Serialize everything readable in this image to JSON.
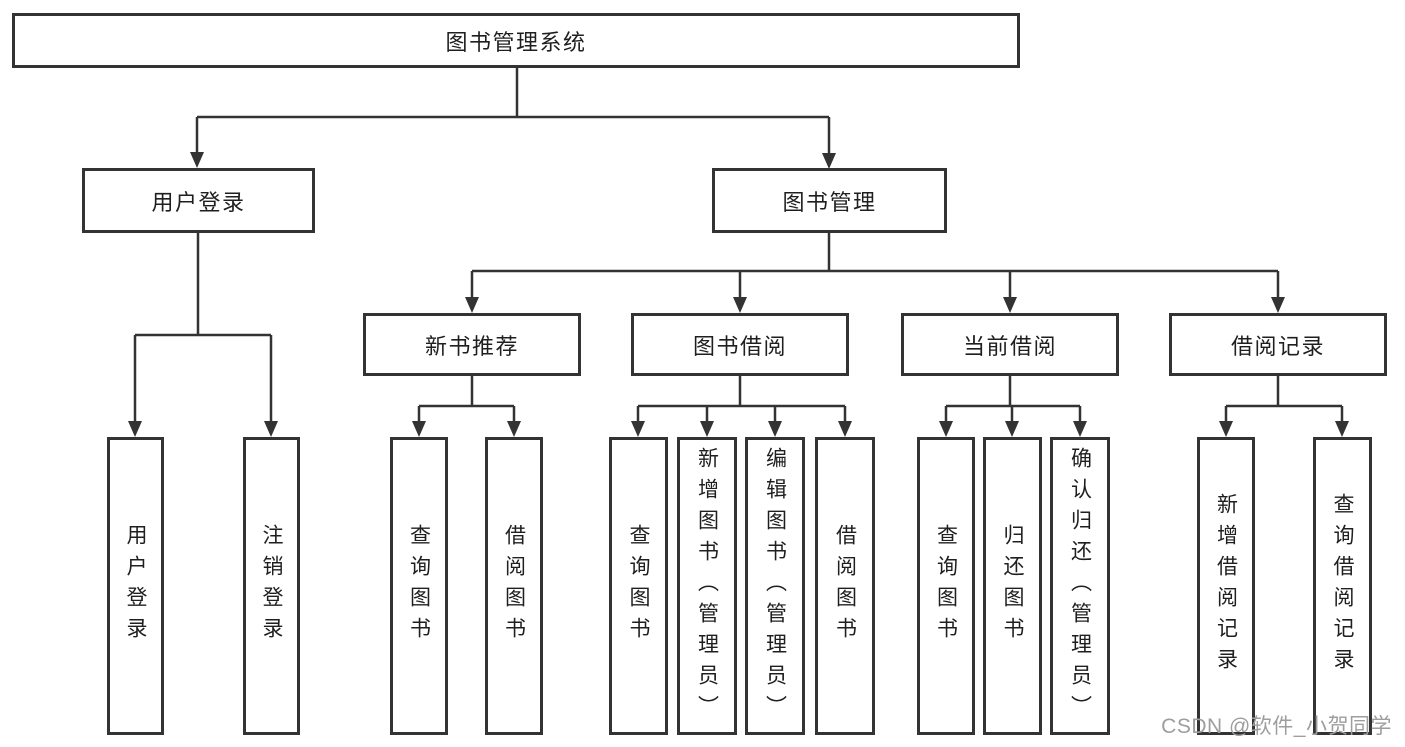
{
  "diagram": {
    "title": "图书管理系统",
    "branches": [
      {
        "label": "用户登录",
        "children": [
          "用户登录",
          "注销登录"
        ]
      },
      {
        "label": "图书管理",
        "groups": [
          {
            "label": "新书推荐",
            "children": [
              "查询图书",
              "借阅图书"
            ]
          },
          {
            "label": "图书借阅",
            "children": [
              "查询图书",
              "新增图书（管理员）",
              "编辑图书（管理员）",
              "借阅图书"
            ]
          },
          {
            "label": "当前借阅",
            "children": [
              "查询图书",
              "归还图书",
              "确认归还（管理员）"
            ]
          },
          {
            "label": "借阅记录",
            "children": [
              "新增借阅记录",
              "查询借阅记录"
            ]
          }
        ]
      }
    ]
  },
  "watermark": {
    "text": "CSDN @软件_小贺同学"
  },
  "colors": {
    "line": "#333333",
    "text": "#1f1f1f",
    "watermark": "#9e9e9e",
    "background": "#ffffff"
  }
}
